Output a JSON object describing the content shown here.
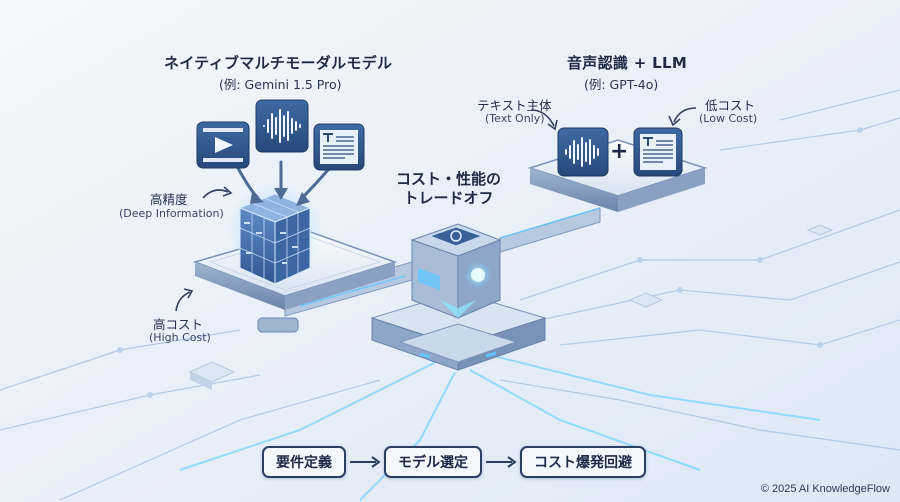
{
  "left": {
    "title": "ネイティブマルチモーダルモデル",
    "example": "(例: Gemini 1.5 Pro)",
    "accuracy_label": "高精度",
    "accuracy_sub": "(Deep Information)",
    "cost_label": "高コスト",
    "cost_sub": "(High Cost)"
  },
  "right": {
    "title": "音声認識 + LLM",
    "example": "(例: GPT-4o)",
    "text_label": "テキスト主体",
    "text_sub": "(Text Only)",
    "cost_label": "低コスト",
    "cost_sub": "(Low Cost)",
    "plus": "+"
  },
  "center": {
    "line1": "コスト・性能の",
    "line2": "トレードオフ"
  },
  "flow": {
    "steps": [
      "要件定義",
      "モデル選定",
      "コスト爆発回避"
    ]
  },
  "footer": {
    "copyright": "© 2025 AI KnowledgeFlow"
  },
  "colors": {
    "accent": "#2f5fa8",
    "icon_bg": "#33588f",
    "glow": "#6fd2ff",
    "background": "#e8eff8"
  }
}
